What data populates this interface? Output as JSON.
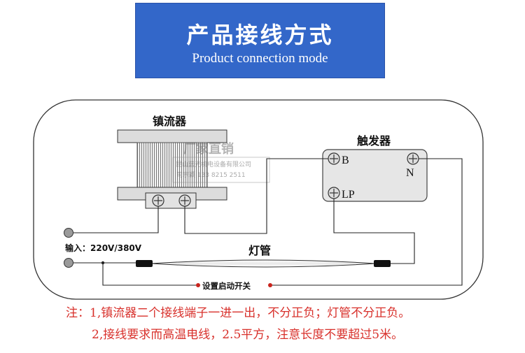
{
  "banner": {
    "title_cn": "产品接线方式",
    "title_en": "Product connection mode"
  },
  "diagram": {
    "ballast_label": "镇流器",
    "starter_label": "触发器",
    "terminal_b": "B",
    "terminal_n": "N",
    "terminal_lp": "LP",
    "input_label": "输入：220V/380V",
    "lamp_label": "灯管",
    "switch_label": "设置启动开关",
    "watermark_line1": "厂家直销",
    "watermark_line2": "昆山蓝光机电设备有限公司",
    "watermark_line3": "司宗颖 133 8215 2511"
  },
  "notes": {
    "line1": "注：1,镇流器二个接线端子一进一出，不分正负；灯管不分正负。",
    "line2": "2,接线要求而高温电线，2.5平方，注意长度不要超过5米。"
  },
  "colors": {
    "banner_bg": "#3367c9",
    "note_red": "#d8302b",
    "starter_bg": "#e6e6e6"
  }
}
